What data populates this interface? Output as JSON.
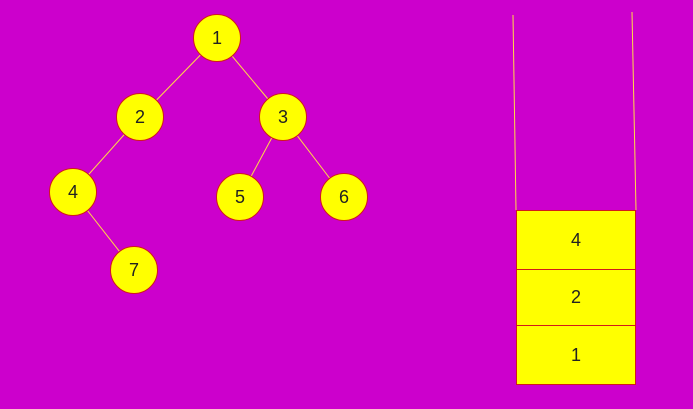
{
  "colors": {
    "background": "#cc00cc",
    "node_fill": "#ffff00",
    "node_border": "#d11a1a",
    "edge": "#ffdd44",
    "stack_wall": "#ffdd44"
  },
  "tree": {
    "nodes": [
      {
        "id": "1",
        "label": "1"
      },
      {
        "id": "2",
        "label": "2"
      },
      {
        "id": "3",
        "label": "3"
      },
      {
        "id": "4",
        "label": "4"
      },
      {
        "id": "5",
        "label": "5"
      },
      {
        "id": "6",
        "label": "6"
      },
      {
        "id": "7",
        "label": "7"
      }
    ],
    "edges": [
      [
        "1",
        "2"
      ],
      [
        "1",
        "3"
      ],
      [
        "2",
        "4"
      ],
      [
        "3",
        "5"
      ],
      [
        "3",
        "6"
      ],
      [
        "4",
        "7"
      ]
    ]
  },
  "stack": {
    "items_top_to_bottom": [
      "4",
      "2",
      "1"
    ]
  }
}
